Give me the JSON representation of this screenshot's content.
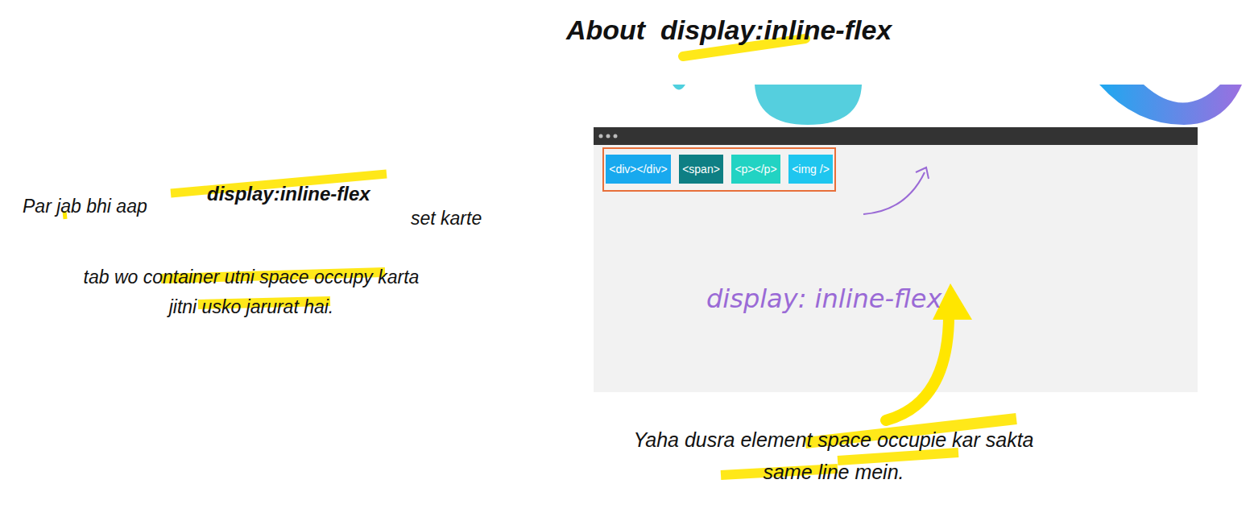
{
  "diagram": {
    "title": "About  display:inline-flex",
    "nodes": [
      {
        "text": [
          "display: inline-flex"
        ]
      },
      {
        "text": [
          "<div></div>"
        ],
        "in": 0
      },
      {
        "text": [
          "<span>"
        ],
        "in": 0
      },
      {
        "text": [
          "<p></p>"
        ],
        "in": 0
      },
      {
        "text": [
          "<img />"
        ],
        "in": 0
      }
    ],
    "labels": [
      "Par jab bhi aap",
      "display:inline-flex",
      "set karte",
      "tab wo container utni space occupy karta jitni usko jarurat hai.",
      "Yaha dusra element space occupie kar sakta same line mein."
    ]
  }
}
